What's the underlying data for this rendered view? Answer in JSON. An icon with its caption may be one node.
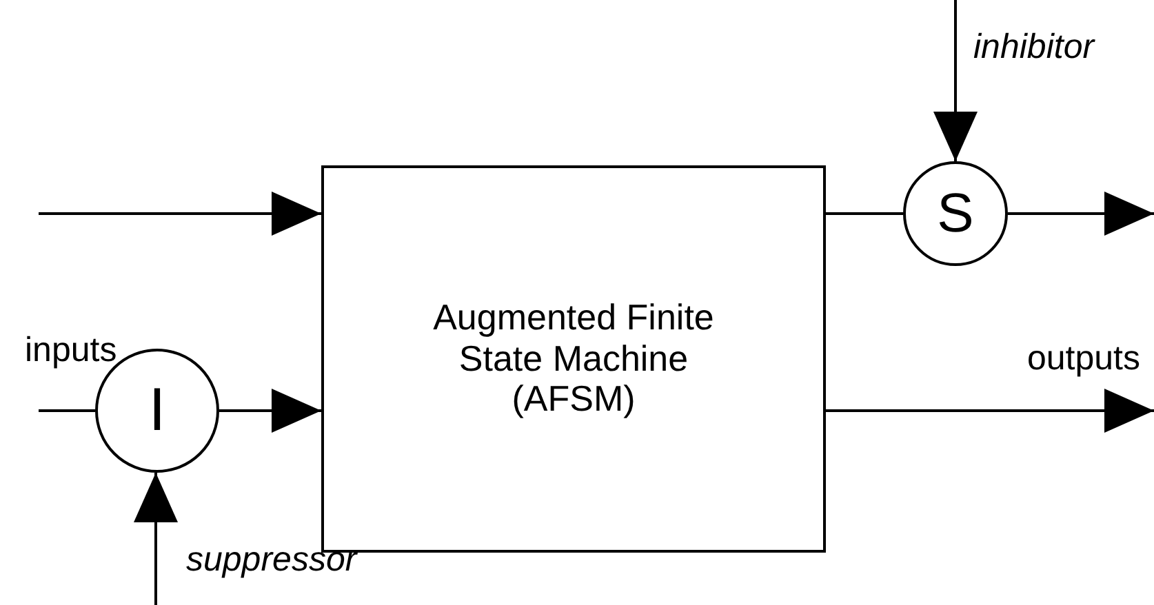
{
  "diagram": {
    "nodes": [
      {
        "text": [
          "Augmented Finite State Machine (AFSM)"
        ]
      },
      {
        "text": [
          "S"
        ]
      },
      {
        "text": [
          "I"
        ]
      }
    ],
    "edges": [
      {
        "from": null,
        "to": 0,
        "arrow": "to"
      },
      {
        "from": null,
        "to": 2,
        "arrow": "none"
      },
      {
        "from": 2,
        "to": 0,
        "arrow": "to"
      },
      {
        "from": null,
        "to": 2,
        "arrow": "to",
        "label": "suppressor"
      },
      {
        "from": 0,
        "to": 1,
        "arrow": "none"
      },
      {
        "from": null,
        "to": 1,
        "arrow": "to",
        "label": "inhibitor"
      },
      {
        "from": 1,
        "to": null,
        "arrow": "to"
      },
      {
        "from": 0,
        "to": null,
        "arrow": "to"
      }
    ],
    "labels": [
      "inputs",
      "outputs"
    ]
  }
}
